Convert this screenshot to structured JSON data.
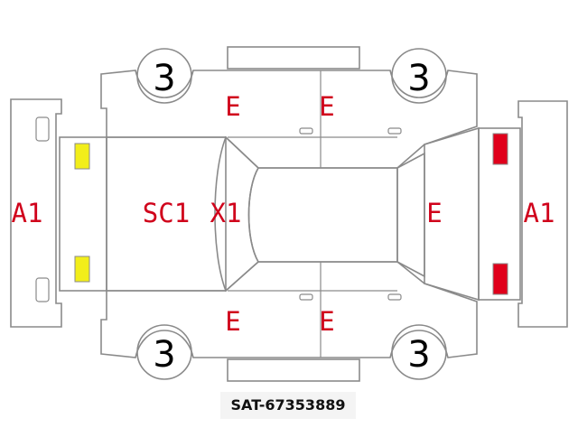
{
  "diagram": {
    "caption": "SAT-67353889",
    "colors": {
      "outline": "#8a8a8a",
      "damage_text": "#d0021b",
      "wheel_text": "#000000",
      "yellow_marker": "#f2ee1a",
      "red_marker": "#e0001b"
    },
    "labels": {
      "front_bumper": "A1",
      "rear_bumper": "A1",
      "hood": "SC1",
      "windshield": "X1",
      "roof_rear": "E",
      "upper_front_door": "E",
      "upper_rear_door": "E",
      "lower_front_door": "E",
      "lower_rear_door": "E"
    },
    "wheels": {
      "front_left": "3",
      "rear_left": "3",
      "front_right": "3",
      "rear_right": "3"
    }
  }
}
